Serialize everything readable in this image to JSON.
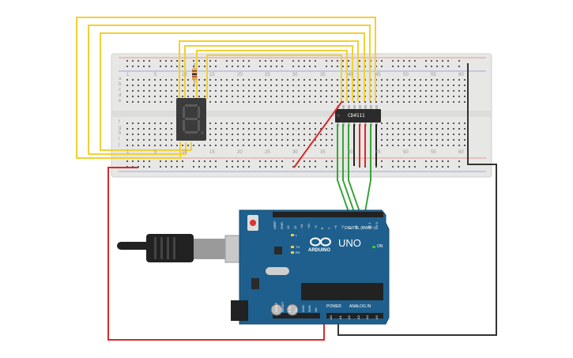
{
  "ic_label": "CD4511",
  "arduino": {
    "model": "UNO",
    "brand": "ARDUINO",
    "digital_header": "DIGITAL (PWM~)",
    "power_header": "POWER",
    "analog_header": "ANALOG IN",
    "on_label": "ON",
    "tx_label": "TX",
    "rx_label": "RX",
    "l_label": "L",
    "digital_pins": [
      "AREF",
      "GND",
      "13",
      "12",
      "~11",
      "~10",
      "~9",
      "8",
      "7",
      "~6",
      "~5",
      "4",
      "~3",
      "2",
      "TX 1",
      "RX 0"
    ],
    "power_pins": [
      "IOREF",
      "RESET",
      "3.3V",
      "5V",
      "GND",
      "GND",
      "Vin"
    ],
    "analog_pins": [
      "A0",
      "A1",
      "A2",
      "A3",
      "A4",
      "A5"
    ]
  },
  "breadboard": {
    "row_labels_top": [
      "a",
      "b",
      "c",
      "d",
      "e"
    ],
    "row_labels_bottom": [
      "f",
      "g",
      "h",
      "i",
      "j"
    ],
    "column_numbers": [
      "1",
      "5",
      "10",
      "15",
      "20",
      "25",
      "30",
      "35",
      "40",
      "45",
      "50",
      "55",
      "60"
    ]
  },
  "colors": {
    "breadboard": "#e6e6e4",
    "arduino": "#1d5f8c",
    "wire_yellow": "#f2d034",
    "wire_red": "#d82a2a",
    "wire_green": "#3aa33a",
    "wire_black": "#222222",
    "segment_display": "#3a3a3a"
  }
}
